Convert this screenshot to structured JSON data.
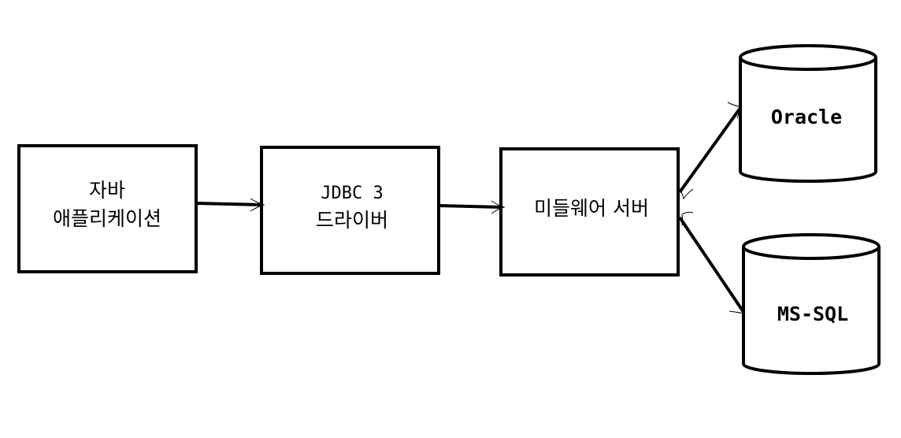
{
  "diagram": {
    "boxes": {
      "java_app": {
        "line1": "자바",
        "line2": "애플리케이션"
      },
      "jdbc_driver": {
        "line1": "JDBC 3",
        "line2": "드라이버"
      },
      "middleware": {
        "label": "미들웨어 서버"
      }
    },
    "databases": {
      "oracle": {
        "label": "Oracle"
      },
      "mssql": {
        "label": "MS-SQL"
      }
    },
    "colors": {
      "stroke": "#000000",
      "background": "#ffffff"
    }
  }
}
